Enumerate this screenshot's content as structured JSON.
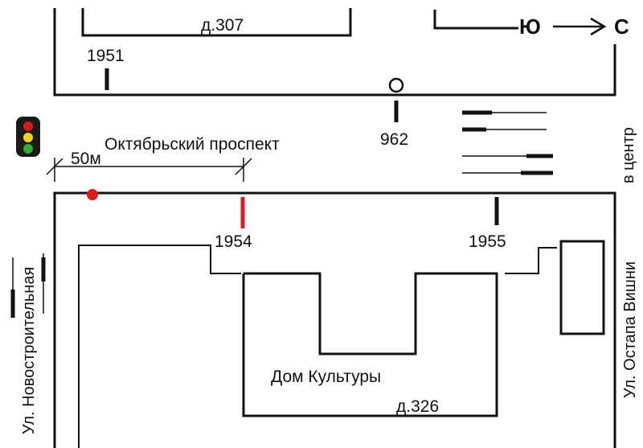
{
  "map": {
    "compass": {
      "from_label": "Ю",
      "to_label": "С"
    },
    "streets": {
      "main_avenue": "Октябрьский проспект",
      "left_street": "Ул. Новостроительная",
      "right_street": "Ул. Остапа Вишни",
      "direction_hint": "в центр"
    },
    "scale": {
      "label": "50м"
    },
    "buildings": {
      "top_building": "д.307",
      "culture_house": "Дом Культуры",
      "culture_house_number": "д.326"
    },
    "stops": {
      "stop_1951": "1951",
      "stop_962": "962",
      "stop_1954": "1954",
      "stop_1955": "1955"
    },
    "icons": {
      "traffic_light": "traffic-light-icon",
      "location_marker": "location-dot-icon",
      "stop_marker": "stop-circle-icon"
    },
    "colors": {
      "ink": "#111111",
      "highlight": "#e01b1b",
      "traffic_red": "#d91a1a",
      "traffic_yellow": "#f2d21a",
      "traffic_green": "#2fae2f"
    }
  }
}
